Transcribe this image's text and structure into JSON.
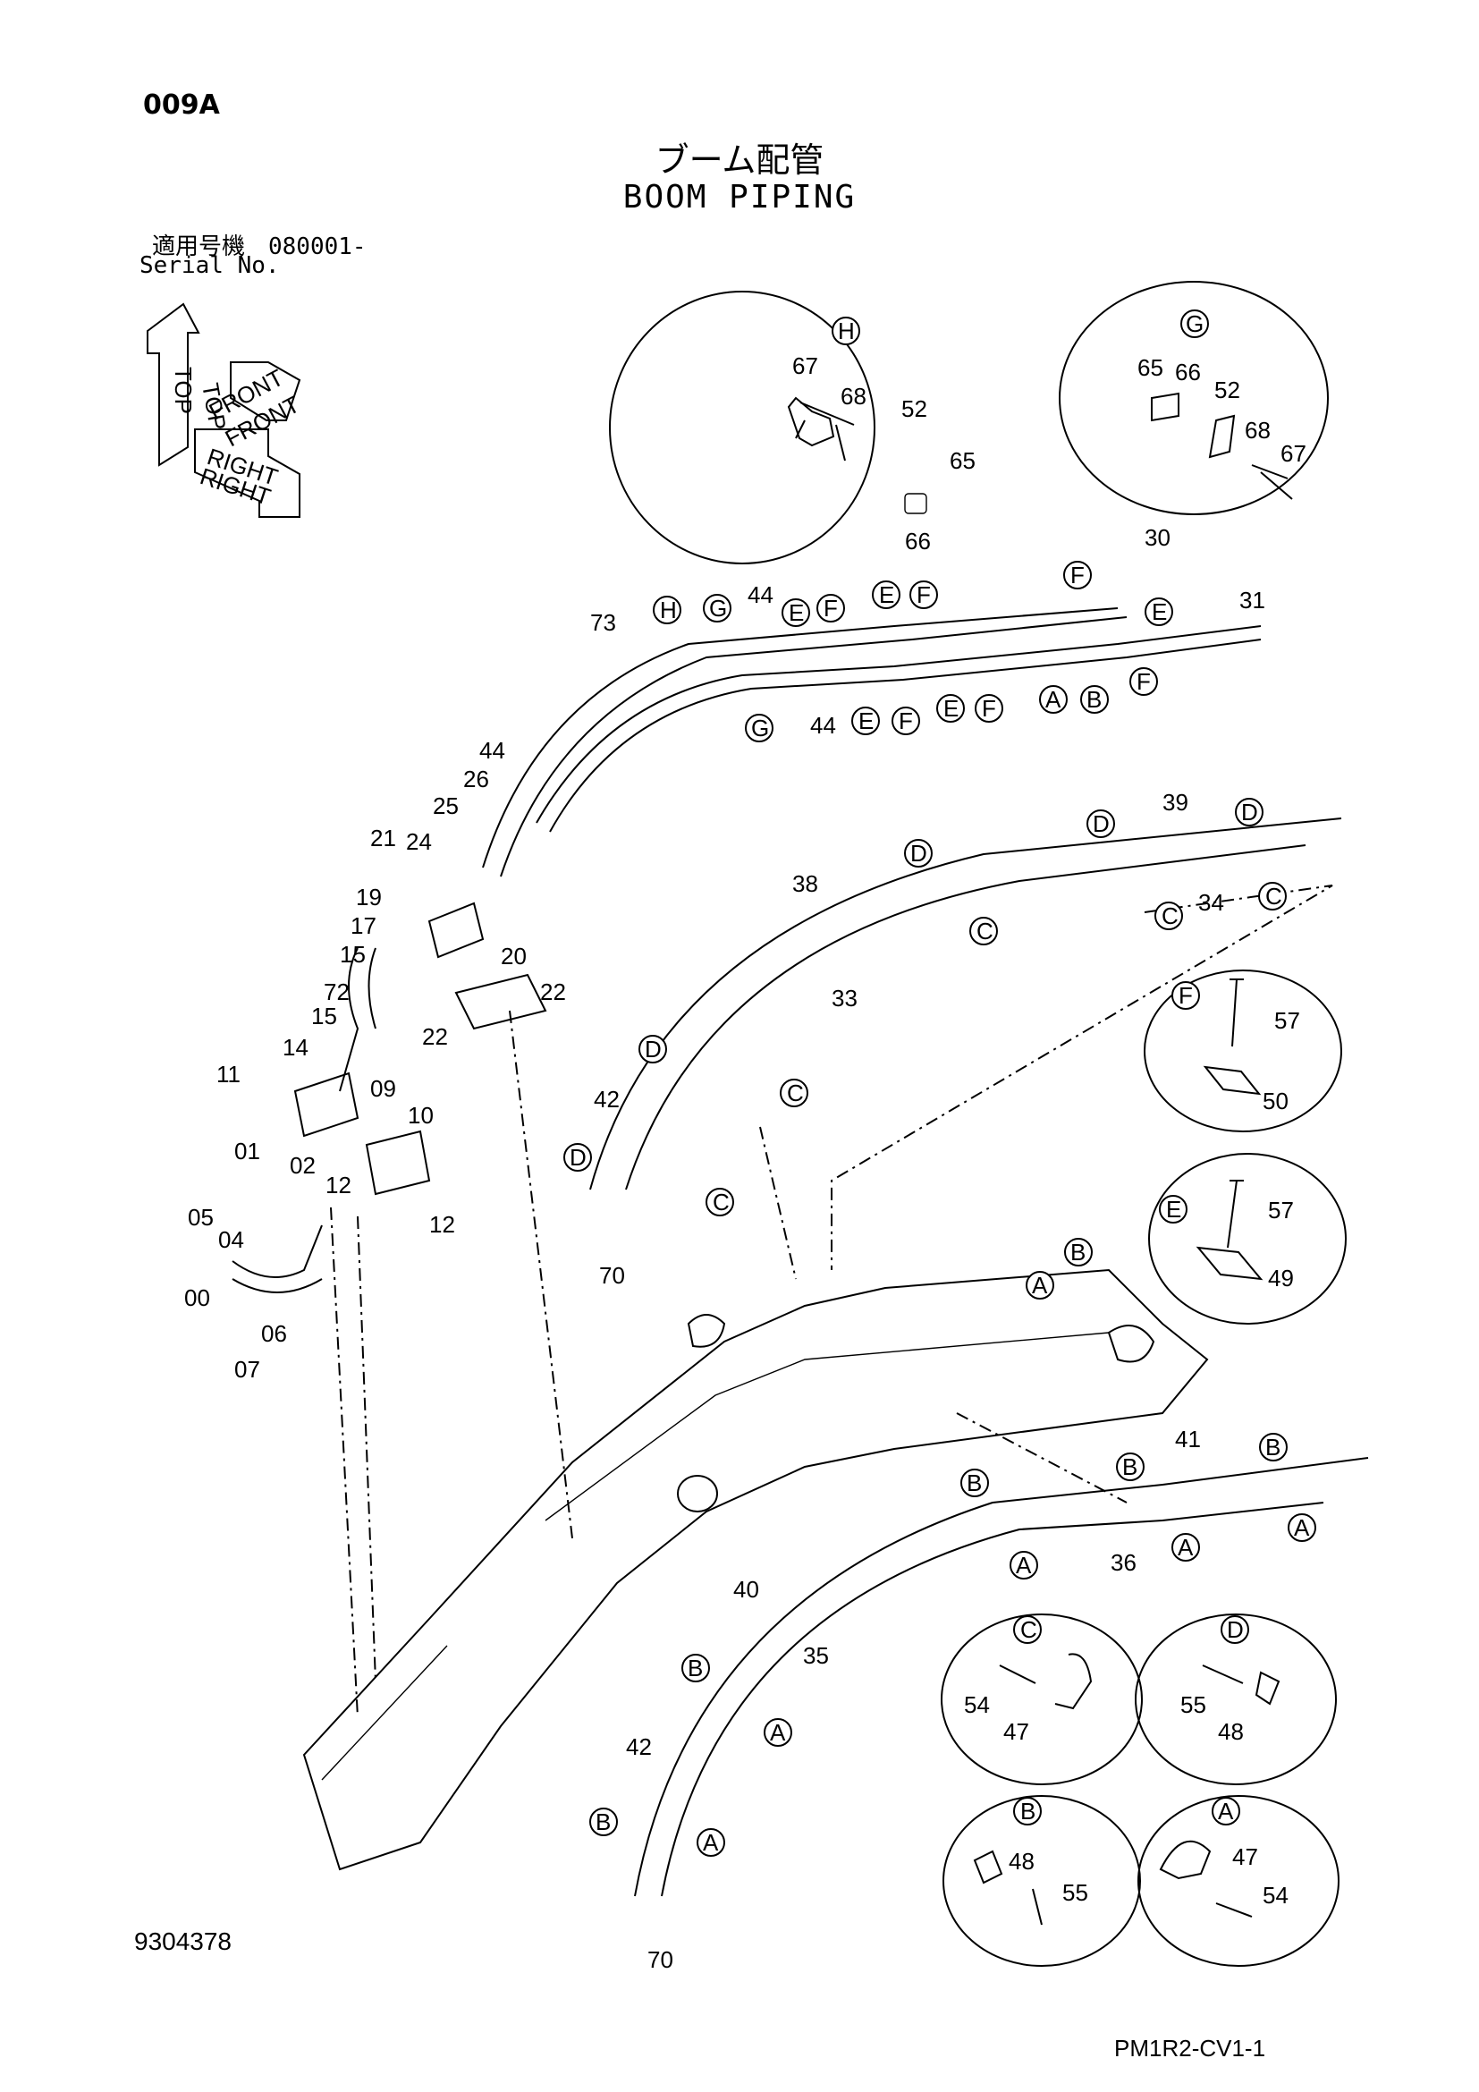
{
  "header": {
    "page_code": "009A",
    "title_jp": "ブーム配管",
    "title_en": "BOOM PIPING",
    "serial_jp": "適用号機　080001-",
    "serial_en": "Serial No."
  },
  "orientation": [
    "TOP",
    "FRONT",
    "RIGHT"
  ],
  "callouts": {
    "H": "H",
    "G": "G",
    "F": "F",
    "E": "E",
    "D": "D",
    "C": "C",
    "B": "B",
    "A": "A"
  },
  "detail_parts": {
    "H": [
      "67",
      "68",
      "52",
      "65",
      "66"
    ],
    "G": [
      "65",
      "66",
      "52",
      "68",
      "67"
    ],
    "F": [
      "57",
      "50"
    ],
    "E": [
      "57",
      "49"
    ],
    "C": [
      "54",
      "47"
    ],
    "D": [
      "55",
      "48"
    ],
    "B": [
      "48",
      "55"
    ],
    "A": [
      "47",
      "54"
    ]
  },
  "part_numbers": [
    "00",
    "01",
    "02",
    "04",
    "05",
    "06",
    "07",
    "09",
    "10",
    "11",
    "12",
    "14",
    "15",
    "17",
    "19",
    "20",
    "21",
    "22",
    "24",
    "25",
    "26",
    "30",
    "31",
    "33",
    "34",
    "35",
    "36",
    "38",
    "39",
    "40",
    "41",
    "42",
    "44",
    "70",
    "72",
    "73"
  ],
  "footer": {
    "doc_number": "9304378",
    "page_ref": "PM1R2-CV1-1"
  }
}
